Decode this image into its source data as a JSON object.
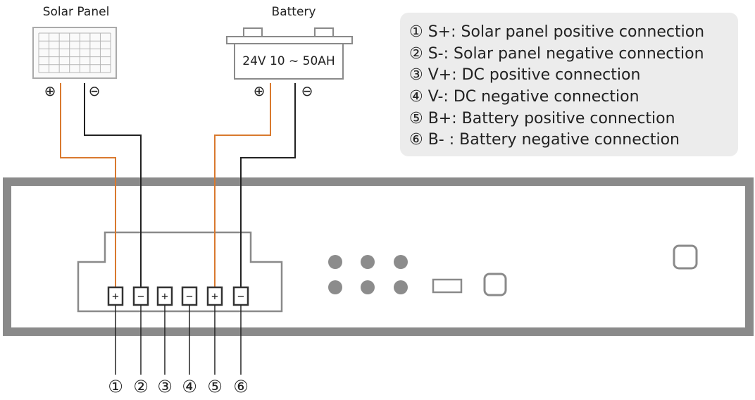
{
  "solar_panel": {
    "title": "Solar Panel",
    "positive_symbol": "⊕",
    "negative_symbol": "⊖"
  },
  "battery": {
    "title": "Battery",
    "spec": "24V 10 ~ 50AH",
    "positive_symbol": "⊕",
    "negative_symbol": "⊖"
  },
  "legend": {
    "items": [
      "① S+: Solar panel positive connection",
      "② S-:  Solar panel negative connection",
      "③ V+: DC positive connection",
      "④ V-:  DC negative connection",
      "⑤ B+: Battery positive connection",
      "⑥ B- : Battery negative connection"
    ]
  },
  "terminals": {
    "symbols": [
      "+",
      "−",
      "+",
      "−",
      "+",
      "−"
    ]
  },
  "terminal_numbers": [
    "①",
    "②",
    "③",
    "④",
    "⑤",
    "⑥"
  ],
  "colors": {
    "positive_wire": "#d9792e",
    "negative_wire": "#222222",
    "device_border": "#8a8a8a",
    "legend_bg": "#ececec",
    "indicator": "#8c8c8c"
  }
}
